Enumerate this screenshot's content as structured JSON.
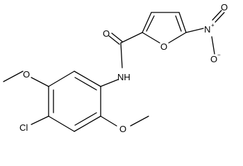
{
  "molecule": {
    "atoms": {
      "amide_oxygen": "O",
      "amide_nitrogen": "NH",
      "furan_oxygen": "O",
      "nitro_nitrogen": "N",
      "nitro_nitrogen_charge": "+",
      "nitro_oxygen_top": "O",
      "nitro_oxygen_bottom": "O",
      "nitro_oxygen_charge": "−",
      "upper_methoxy_oxygen": "O",
      "lower_methoxy_oxygen": "O",
      "chlorine": "Cl"
    }
  }
}
